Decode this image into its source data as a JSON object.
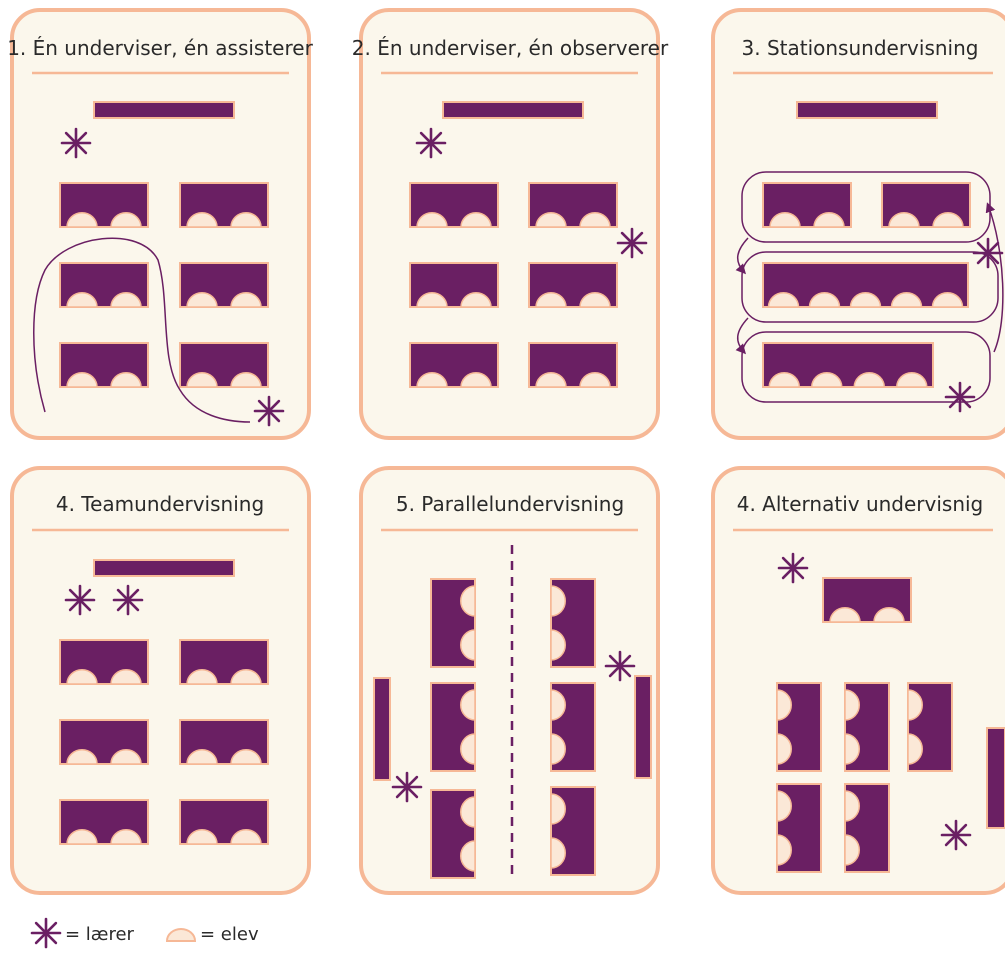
{
  "colors": {
    "panel_fill": "#fbf7ec",
    "panel_border": "#f6b896",
    "desk": "#6a1f63",
    "student": "#fbe8d7",
    "teacher": "#6a1f63",
    "title_text": "#2a2a2a"
  },
  "panels": [
    {
      "title": "1. Én underviser, én assisterer"
    },
    {
      "title": "2. Én underviser, én observerer"
    },
    {
      "title": "3. Stationsundervisning"
    },
    {
      "title": "4. Teamundervisning"
    },
    {
      "title": "5. Parallelundervisning"
    },
    {
      "title": "4. Alternativ undervisnig"
    }
  ],
  "legend": {
    "teacher_label": "= lærer",
    "student_label": "= elev",
    "teacher_icon": "asterisk-icon",
    "student_icon": "semicircle-icon"
  }
}
